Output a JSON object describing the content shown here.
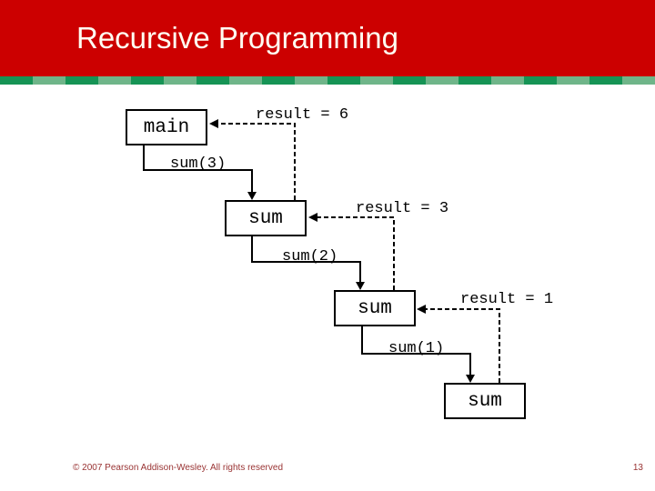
{
  "slide": {
    "title": "Recursive Programming",
    "footer_copyright": "© 2007 Pearson Addison-Wesley. All rights reserved",
    "page_number": "13"
  },
  "colors": {
    "header_red": "#cc0000",
    "stripe_dark_green": "#169455",
    "stripe_light_green": "#6fb589",
    "title_text": "#fffef2",
    "footer_text": "#993333",
    "diagram_lines": "#000000"
  },
  "diagram": {
    "type": "recursive-call-trace",
    "frames": [
      {
        "box": "main",
        "call": "sum(3)",
        "return": "result = 6"
      },
      {
        "box": "sum",
        "call": "sum(2)",
        "return": "result = 3"
      },
      {
        "box": "sum",
        "call": "sum(1)",
        "return": "result = 1"
      },
      {
        "box": "sum"
      }
    ]
  }
}
